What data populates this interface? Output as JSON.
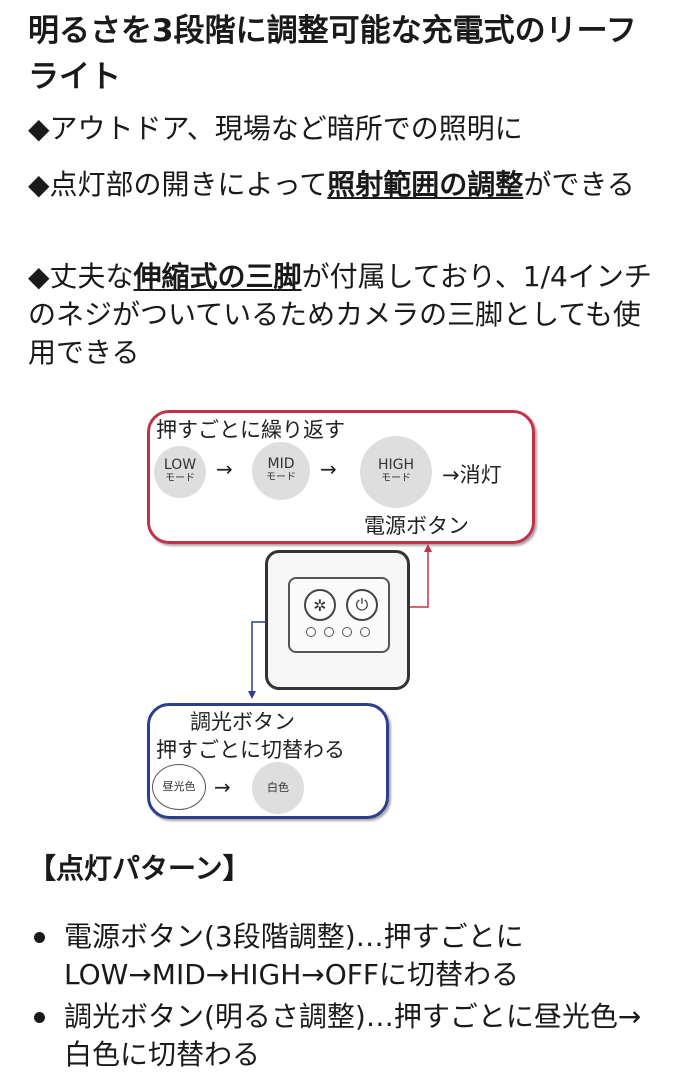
{
  "title": "明るさを3段階に調整可能な充電式のリーフライト",
  "features": [
    {
      "parts": [
        "◆アウトドア、現場など暗所での照明に"
      ]
    },
    {
      "parts": [
        "◆点灯部の開きによって",
        "照射範囲の調整",
        "ができる"
      ]
    },
    {
      "parts": [
        "◆丈夫な",
        "伸縮式の三脚",
        "が付属しており、1/4インチのネジがついているためカメラの三脚としても使用できる"
      ]
    }
  ],
  "diagram": {
    "power": {
      "caption": "押すごとに繰り返す",
      "modes": [
        {
          "top": "LOW",
          "bottom": "モード"
        },
        {
          "top": "MID",
          "bottom": "モード"
        },
        {
          "top": "HIGH",
          "bottom": "モード"
        }
      ],
      "arrow": "→",
      "end": "→消灯",
      "label": "電源ボタン"
    },
    "dimmer": {
      "label": "調光ボタン",
      "caption": "押すごとに切替わる",
      "from": "昼光色",
      "arrow": "→",
      "to": "白色"
    },
    "device": {
      "sun_icon": "✲",
      "power_icon": "⏻"
    },
    "colors": {
      "power_box": "#c0334a",
      "dimmer_box": "#2d3f8c"
    }
  },
  "pattern_heading": "【点灯パターン】",
  "pattern": [
    "電源ボタン(3段階調整)…押すごとにLOW→MID→HIGH→OFFに切替わる",
    "調光ボタン(明るさ調整)…押すごとに昼光色→白色に切替わる"
  ]
}
